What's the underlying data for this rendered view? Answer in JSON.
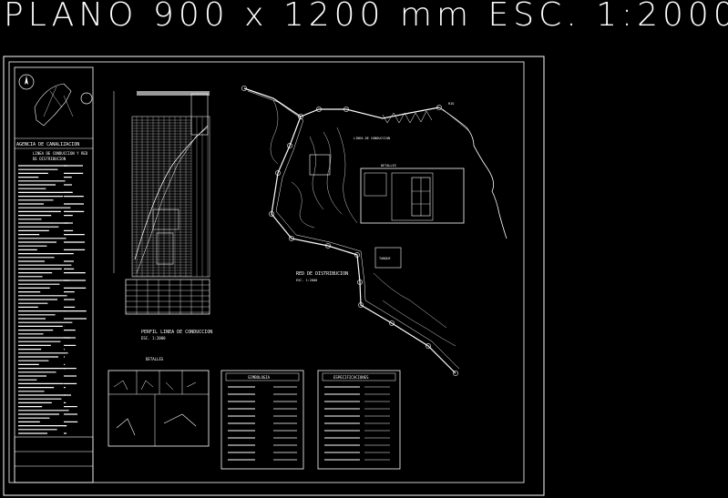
{
  "header": {
    "title": "PLANO 900 x 1200 mm ESC. 1:2000"
  },
  "panel": {
    "heading": "AGENCIA DE CANALIZACION",
    "project_lines": [
      "LINEA DE CONDUCCION Y RED",
      "DE DISTRIBUCION"
    ]
  },
  "profile": {
    "title": "PERFIL LINEA DE CONDUCCION",
    "scale": "ESC. 1:2000"
  },
  "plan": {
    "red_label": "RED DE DISTRIBUCION",
    "red_scale": "ESC. 1:2000",
    "detail_label": "DETALLES",
    "tank_label": "TANQUE",
    "upper_label": "LINEA DE CONDUCCION",
    "river_label": "RIO"
  },
  "boxes": {
    "details_title": "DETALLES",
    "legend_title": "SIMBOLOGIA",
    "notes_title": "ESPECIFICACIONES"
  },
  "colors": {
    "background": "#000000",
    "lines": "#ffffff"
  }
}
